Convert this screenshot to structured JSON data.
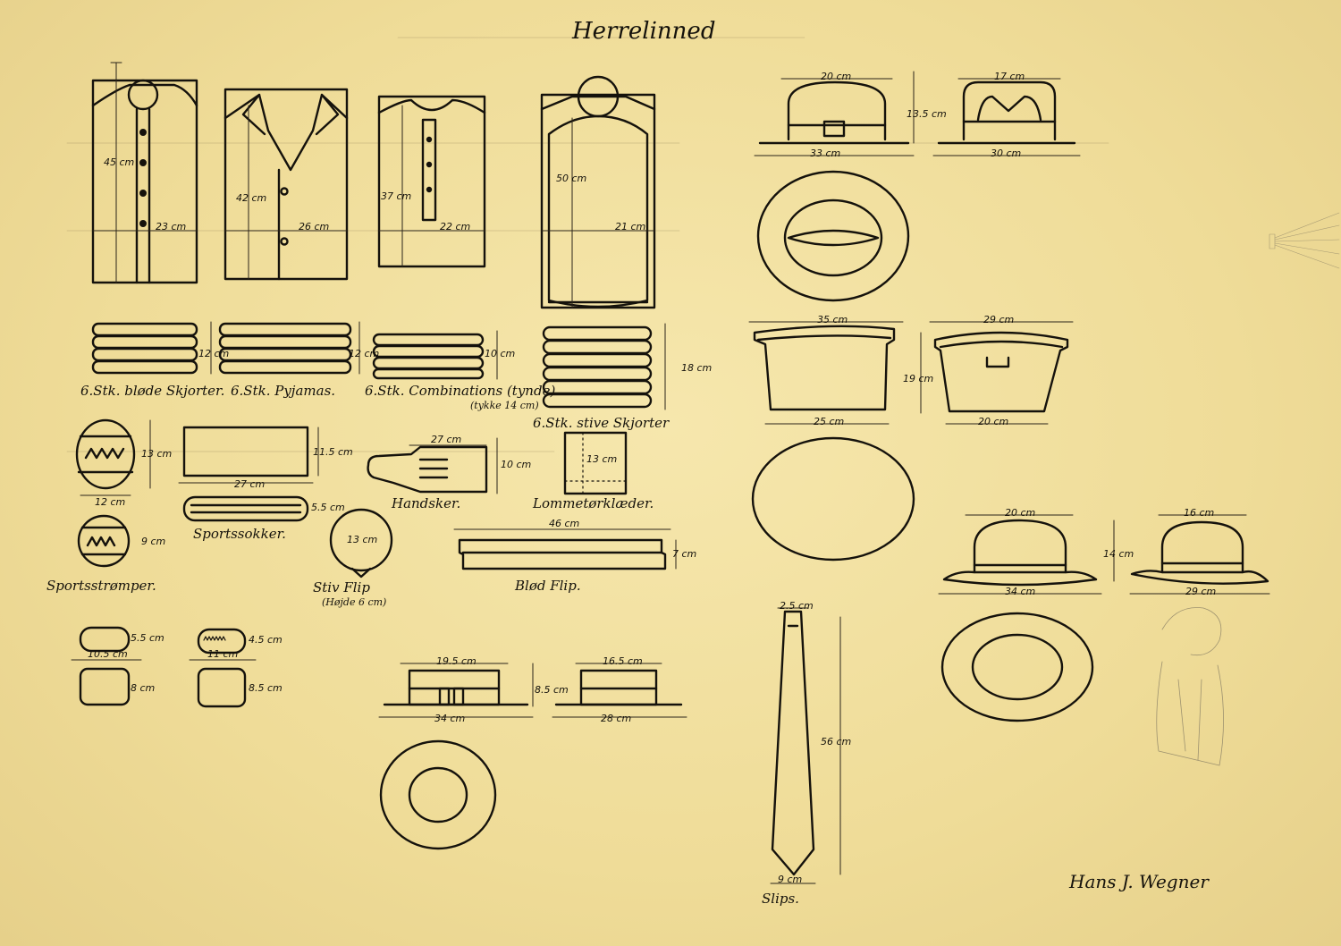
{
  "sheet": {
    "title": "Herrelinned",
    "signature": "Hans J. Wegner",
    "paper_color": "#f0df9c",
    "ink_color": "#15120c"
  },
  "labels": {
    "soft_shirts": "6.Stk. bløde Skjorter.",
    "pyjamas": "6.Stk. Pyjamas.",
    "combinations": "6.Stk. Combinations (tynde)",
    "combinations_note": "(tykke 14 cm)",
    "stiff_shirts": "6.Stk. stive Skjorter",
    "gloves": "Handsker.",
    "handkerchiefs": "Lommetørklæder.",
    "sport_socks": "Sportssokker.",
    "sport_stockings": "Sportsstrømper.",
    "stiff_collar": "Stiv Flip",
    "stiff_collar_note": "(Højde 6 cm)",
    "soft_collar": "Blød Flip.",
    "tie": "Slips."
  },
  "dimensions": {
    "shirt1_h": "45 cm",
    "shirt1_w": "23 cm",
    "shirt2_h": "42 cm",
    "shirt2_w": "26 cm",
    "shirt3_h": "37 cm",
    "shirt3_w": "22 cm",
    "shirt4_h": "50 cm",
    "shirt4_w": "21 cm",
    "stack1": "12 cm",
    "stack2": "12 cm",
    "stack3": "10 cm",
    "stack4": "18 cm",
    "ball1_h": "13 cm",
    "ball1_w": "12 cm",
    "ball2_h": "9 cm",
    "pad_h": "11.5 cm",
    "pad_w": "27 cm",
    "socks_h": "5.5 cm",
    "glove_w": "27 cm",
    "glove_h": "10 cm",
    "hanky": "13 cm",
    "collar_ring": "13 cm",
    "soft_collar_w": "46 cm",
    "soft_collar_h": "7 cm",
    "box1_h": "5.5 cm",
    "box1_w": "10.5 cm",
    "box1_body": "8 cm",
    "box2_h": "4.5 cm",
    "box2_w": "11 cm",
    "box2_body": "8.5 cm",
    "boater1_top": "19.5 cm",
    "boater1_brim": "34 cm",
    "boater_h": "8.5 cm",
    "boater2_top": "16.5 cm",
    "boater2_brim": "28 cm",
    "homburg_top": "20 cm",
    "homburg_brim": "33 cm",
    "homburg_h": "13.5 cm",
    "fedora_top": "17 cm",
    "fedora_brim": "30 cm",
    "hatbox_top": "35 cm",
    "hatbox_bottom": "25 cm",
    "hatbox_h": "19 cm",
    "hatbox2_top": "29 cm",
    "hatbox2_bottom": "20 cm",
    "bowler1_top": "20 cm",
    "bowler1_brim": "34 cm",
    "bowler_h": "14 cm",
    "bowler2_top": "16 cm",
    "bowler2_brim": "29 cm",
    "tie_top": "2.5 cm",
    "tie_len": "56 cm",
    "tie_bottom": "9 cm"
  }
}
